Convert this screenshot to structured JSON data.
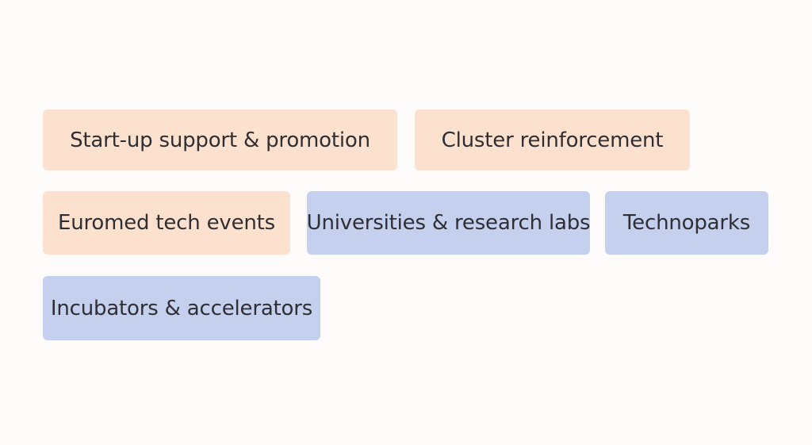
{
  "colors": {
    "background": "#fdfcfb",
    "orange": "#fde1cf",
    "blue": "#c5d0ef",
    "text": "#2f2f33"
  },
  "tags": [
    {
      "label": "Start-up support & promotion",
      "color": "orange"
    },
    {
      "label": "Cluster reinforcement",
      "color": "orange"
    },
    {
      "label": "Euromed tech events",
      "color": "orange"
    },
    {
      "label": "Universities & research labs",
      "color": "blue"
    },
    {
      "label": "Technoparks",
      "color": "blue"
    },
    {
      "label": "Incubators & accelerators",
      "color": "blue"
    }
  ]
}
